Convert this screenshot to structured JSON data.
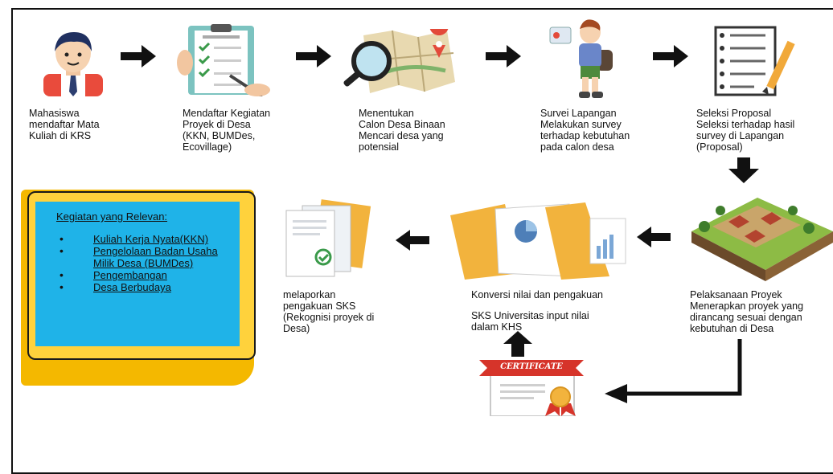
{
  "steps": {
    "s1": "Mahasiswa\nmendaftar Mata\nKuliah di KRS",
    "s2": "Mendaftar  Kegiatan\nProyek  di Desa\n(KKN, BUMDes,\nEcovillage)",
    "s3": "Menentukan\nCalon  Desa Binaan\nMencari desa yang\npotensial",
    "s4": "Survei  Lapangan\nMelakukan survey\nterhadap kebutuhan\npada calon desa",
    "s5": "Seleksi  Proposal\nSeleksi terhadap hasil\nsurvey di Lapangan\n(Proposal)",
    "s6": "Pelaksanaan  Proyek\nMenerapkan proyek yang\ndirancang sesuai dengan\nkebutuhan di Desa",
    "s7_title": "Konversi nilai  dan pengakuan",
    "s7_body": "SKS Universitas input nilai\ndalam KHS",
    "s8": "melaporkan\npengakuan SKS\n(Rekognisi proyek di\nDesa)"
  },
  "panel": {
    "title": "Kegiatan yang Relevan:",
    "items": [
      "Kuliah Kerja Nyata(KKN)",
      "Pengelolaan Badan Usaha Milik Desa (BUMDes)",
      "Pengembangan",
      "Desa Berbudaya"
    ]
  },
  "certificate_label": "CERTIFICATE",
  "colors": {
    "panel_yellow": "#ffd23c",
    "panel_blue": "#1fb3e8",
    "accent_red": "#d23a3a",
    "folder": "#f2b33d"
  }
}
